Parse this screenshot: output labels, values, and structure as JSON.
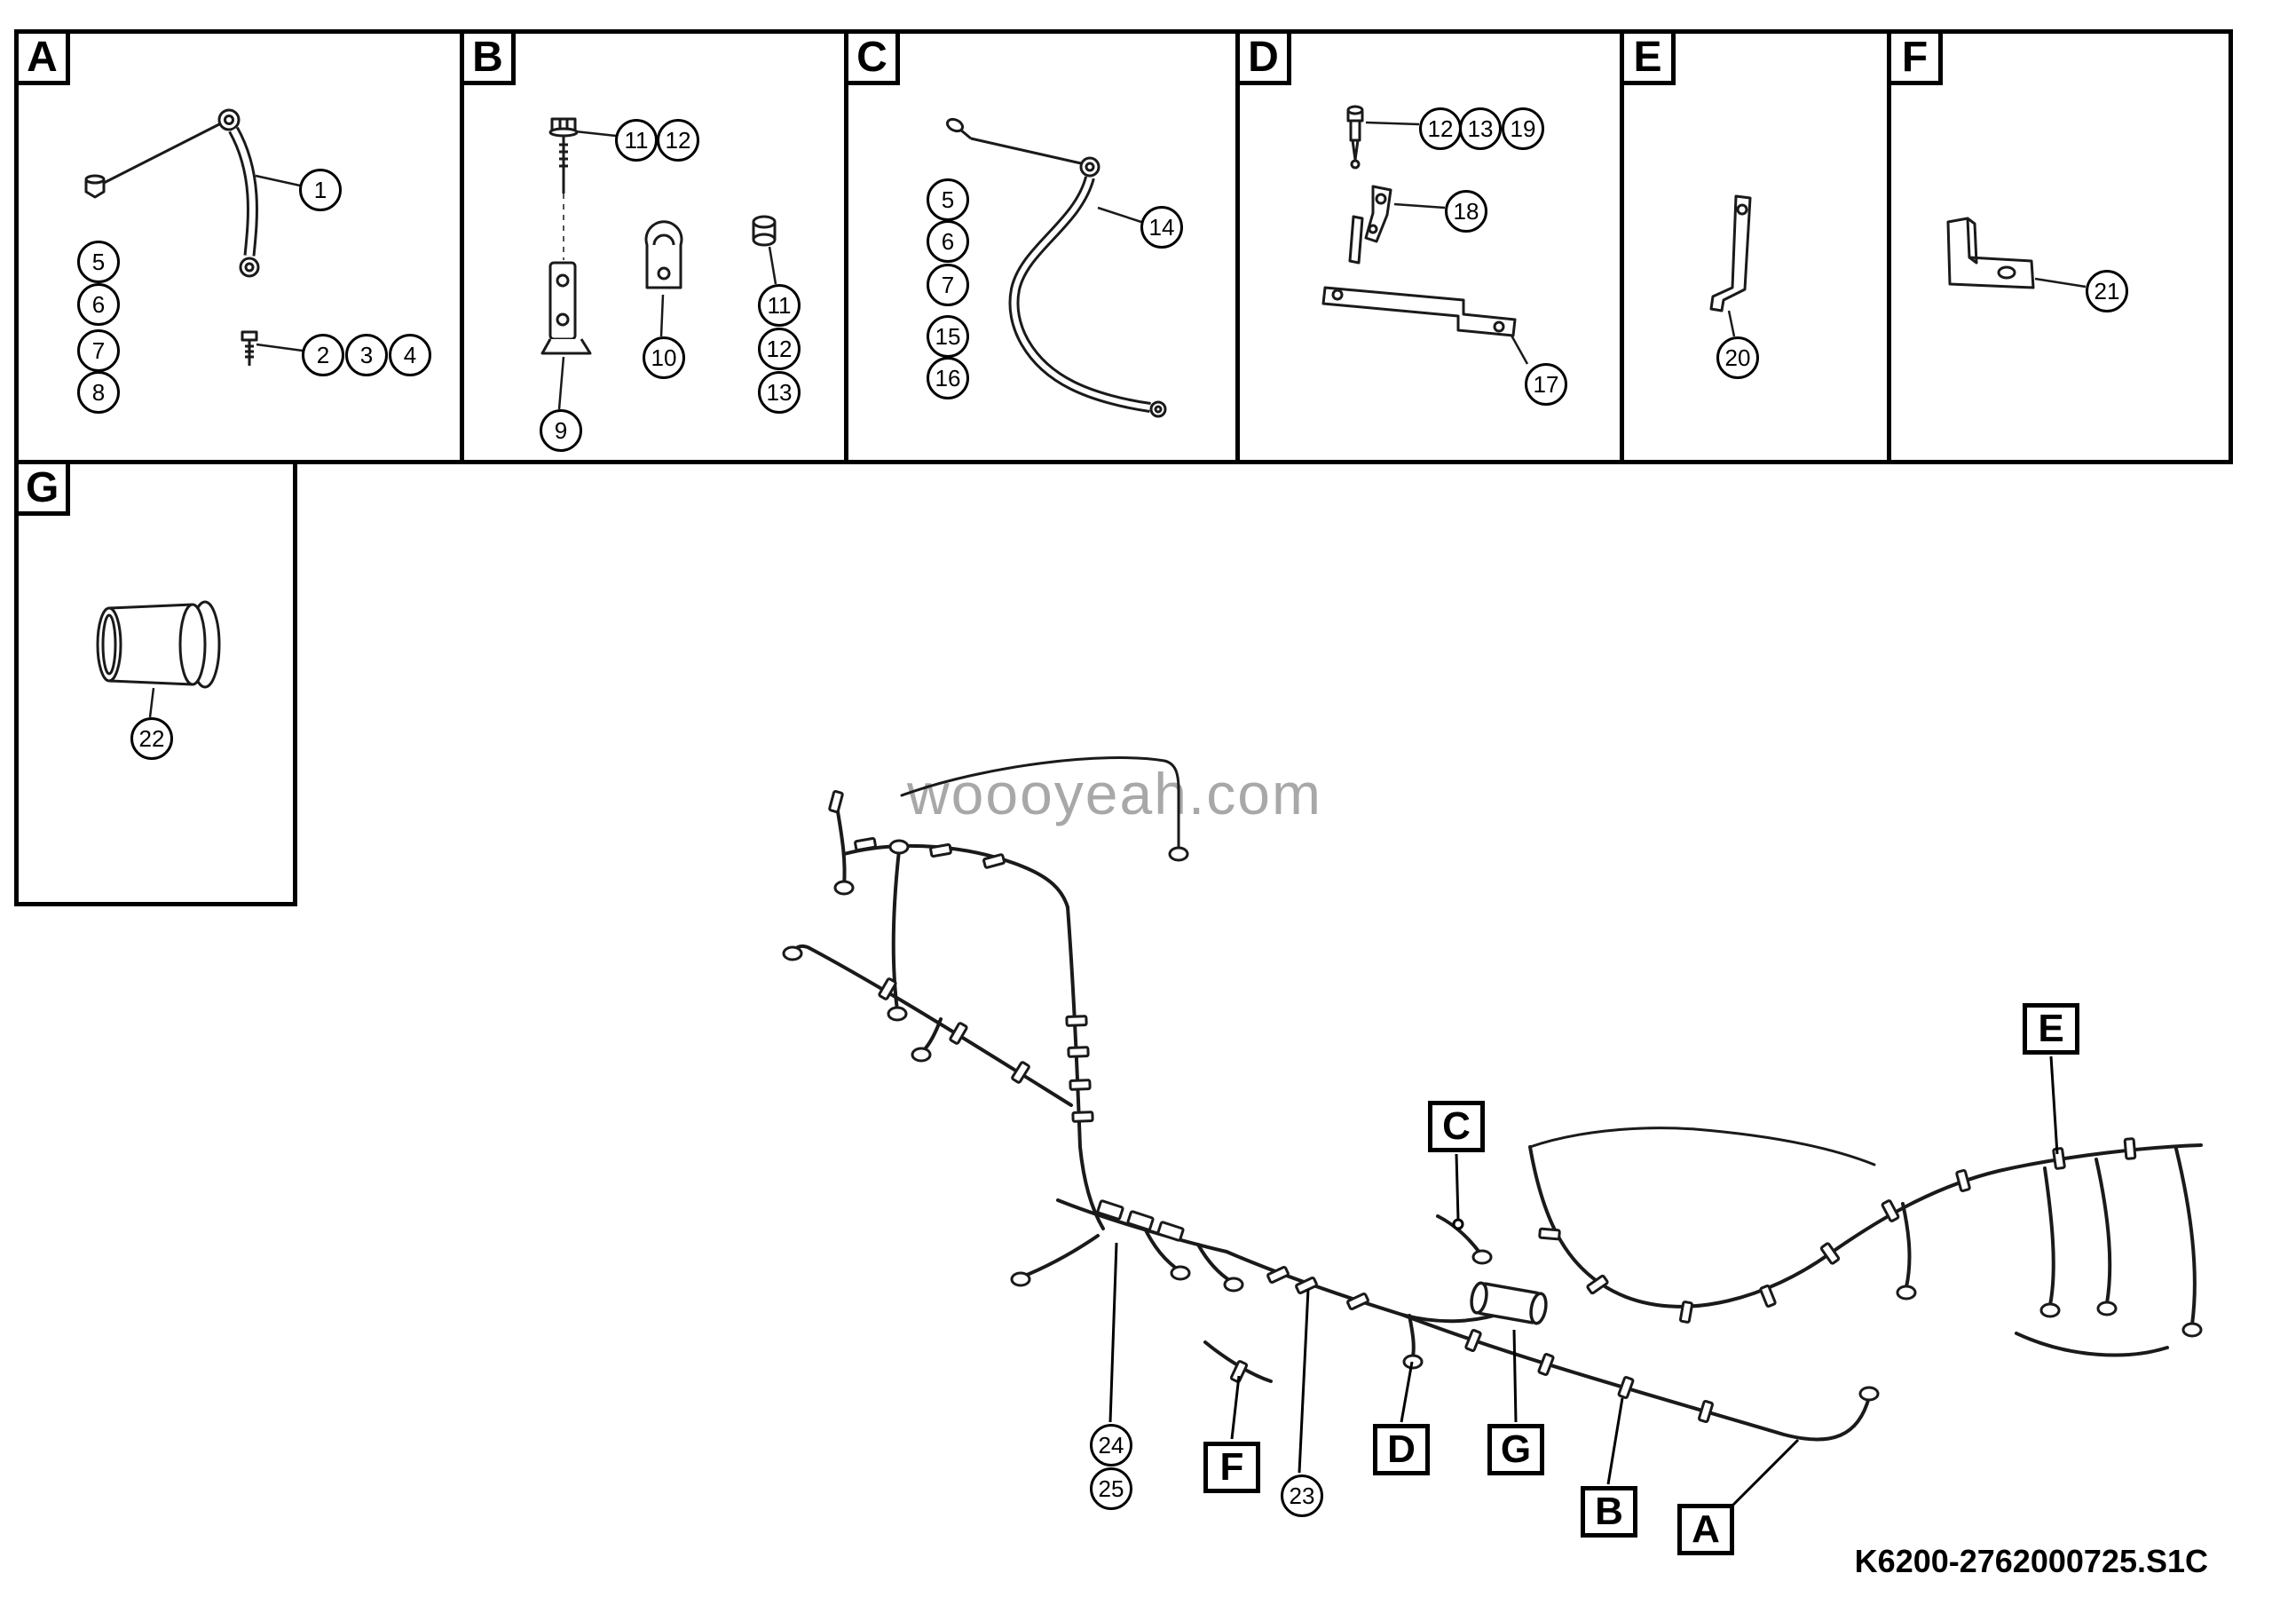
{
  "watermark": "woooyeah.com",
  "part_code": "K6200-2762000725.S1C",
  "panels": {
    "a": {
      "label": "A",
      "n1": "1",
      "n2": "2",
      "n3": "3",
      "n4": "4",
      "n5": "5",
      "n6": "6",
      "n7": "7",
      "n8": "8"
    },
    "b": {
      "label": "B",
      "n11_top": "11",
      "n12_top": "12",
      "n10": "10",
      "n9": "9",
      "n11_right": "11",
      "n12_right": "12",
      "n13": "13"
    },
    "c": {
      "label": "C",
      "n14": "14",
      "n5": "5",
      "n6": "6",
      "n7": "7",
      "n15": "15",
      "n16": "16"
    },
    "d": {
      "label": "D",
      "n12": "12",
      "n13": "13",
      "n19": "19",
      "n18": "18",
      "n17": "17"
    },
    "e": {
      "label": "E",
      "n20": "20"
    },
    "f": {
      "label": "F",
      "n21": "21"
    },
    "g": {
      "label": "G",
      "n22": "22"
    }
  },
  "main": {
    "label_a": "A",
    "label_b": "B",
    "label_c": "C",
    "label_d": "D",
    "label_e": "E",
    "label_f": "F",
    "label_g": "G",
    "n23": "23",
    "n24": "24",
    "n25": "25"
  }
}
